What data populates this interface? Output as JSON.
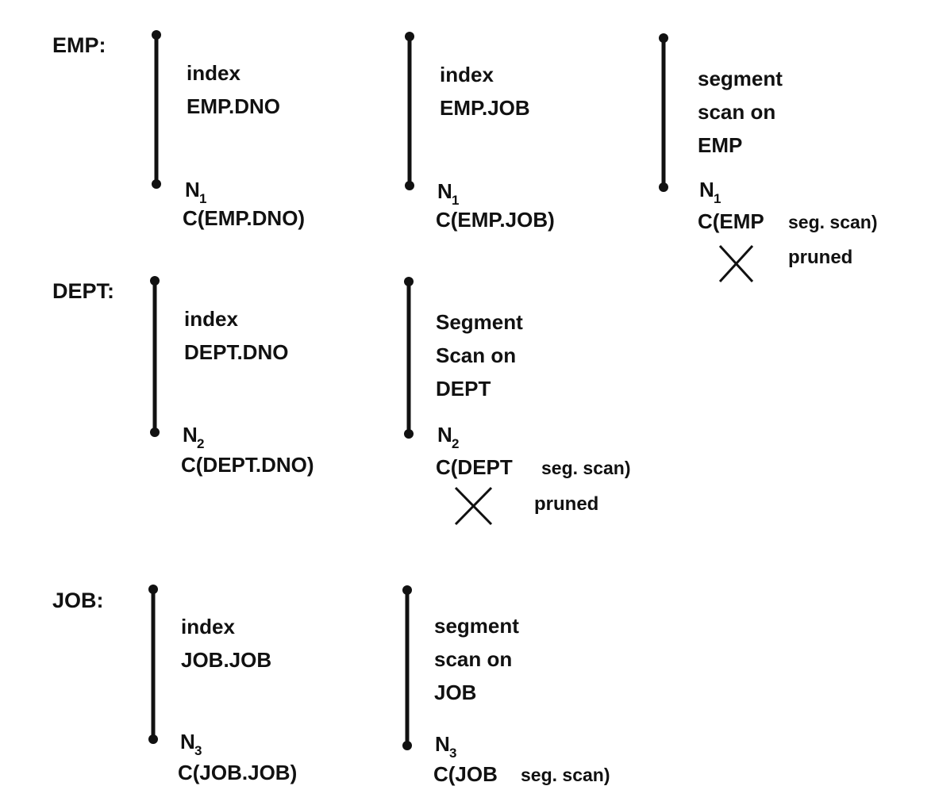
{
  "relations": [
    {
      "label": "EMP:",
      "subscript": "1",
      "paths": [
        {
          "desc": [
            "index",
            "EMP.DNO"
          ],
          "node": "N",
          "cost": "C(EMP.DNO)",
          "cost_suffix": "",
          "pruned": ""
        },
        {
          "desc": [
            "index",
            "EMP.JOB"
          ],
          "node": "N",
          "cost": "C(EMP.JOB)",
          "cost_suffix": "",
          "pruned": ""
        },
        {
          "desc": [
            "segment",
            "scan on",
            "EMP"
          ],
          "node": "N",
          "cost": "C(EMP",
          "cost_suffix": "seg. scan)",
          "pruned": "pruned"
        }
      ]
    },
    {
      "label": "DEPT:",
      "subscript": "2",
      "paths": [
        {
          "desc": [
            "index",
            "DEPT.DNO"
          ],
          "node": "N",
          "cost": "C(DEPT.DNO)",
          "cost_suffix": "",
          "pruned": ""
        },
        {
          "desc": [
            "Segment",
            "Scan on",
            "DEPT"
          ],
          "node": "N",
          "cost": "C(DEPT",
          "cost_suffix": "seg. scan)",
          "pruned": "pruned"
        }
      ]
    },
    {
      "label": "JOB:",
      "subscript": "3",
      "paths": [
        {
          "desc": [
            "index",
            "JOB.JOB"
          ],
          "node": "N",
          "cost": "C(JOB.JOB)",
          "cost_suffix": "",
          "pruned": ""
        },
        {
          "desc": [
            "segment",
            "scan on",
            "JOB"
          ],
          "node": "N",
          "cost": "C(JOB",
          "cost_suffix": "seg. scan)",
          "pruned": ""
        }
      ]
    }
  ]
}
